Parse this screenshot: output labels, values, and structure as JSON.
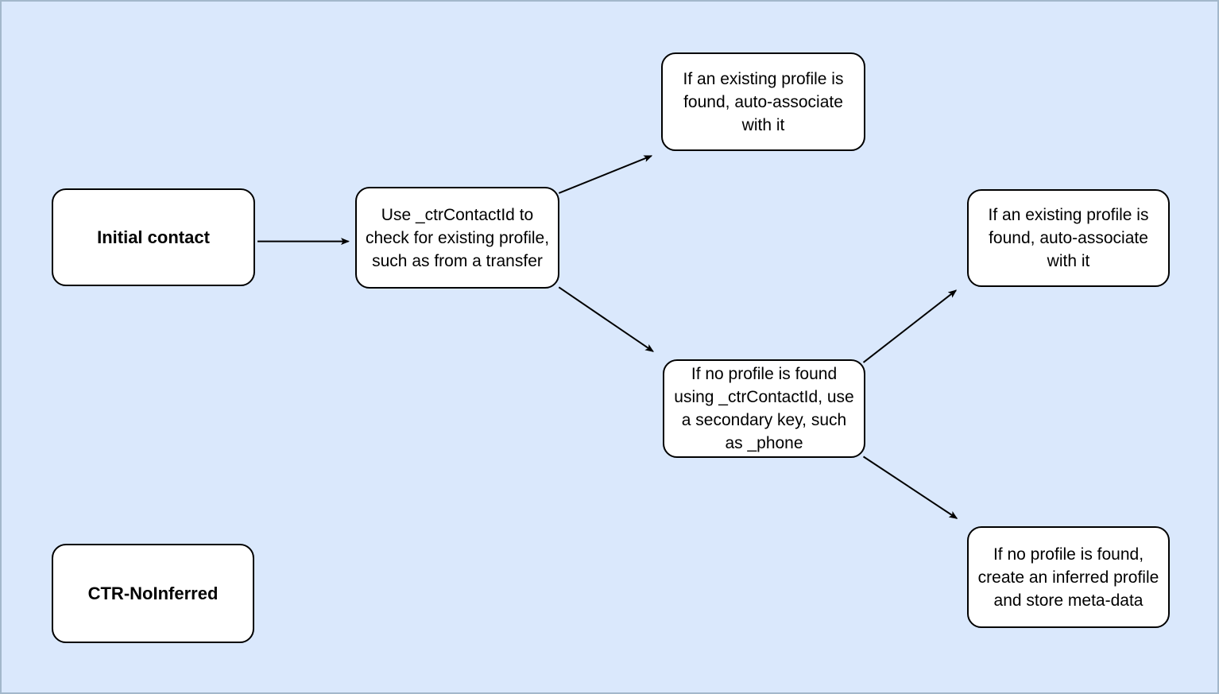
{
  "diagram": {
    "type": "flowchart",
    "background_color": "#dae8fc",
    "frame_border_color": "#a3b8cb",
    "node_fill_color": "#ffffff",
    "node_border_color": "#000000",
    "arrow_color": "#000000",
    "nodes": {
      "initial_contact": {
        "label": "Initial contact",
        "style": "bold"
      },
      "check_profile": {
        "label": "Use _ctrContactId to check for existing profile, such as from a transfer",
        "style": "regular"
      },
      "existing_profile_top": {
        "label": "If an existing profile is found, auto-associate with it",
        "style": "regular"
      },
      "no_profile_secondary": {
        "label": "If no profile is found using _ctrContactId, use a secondary key, such as _phone",
        "style": "regular"
      },
      "existing_profile_right": {
        "label": "If an existing profile is found, auto-associate with it",
        "style": "regular"
      },
      "no_profile_create": {
        "label": "If no profile is found, create an inferred profile and store meta-data",
        "style": "regular"
      },
      "ctr_noinferred": {
        "label": "CTR-NoInferred",
        "style": "bold"
      }
    },
    "edges": [
      {
        "from": "initial_contact",
        "to": "check_profile"
      },
      {
        "from": "check_profile",
        "to": "existing_profile_top"
      },
      {
        "from": "check_profile",
        "to": "no_profile_secondary"
      },
      {
        "from": "no_profile_secondary",
        "to": "existing_profile_right"
      },
      {
        "from": "no_profile_secondary",
        "to": "no_profile_create"
      }
    ]
  }
}
